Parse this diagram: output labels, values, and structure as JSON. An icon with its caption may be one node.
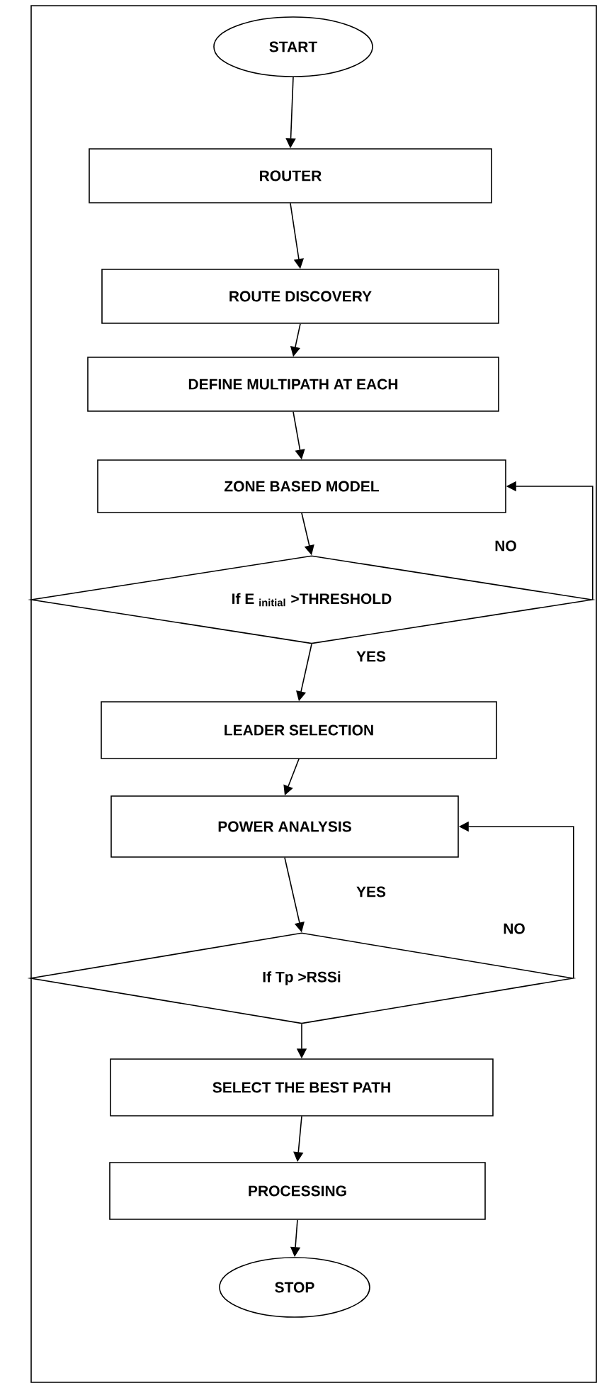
{
  "diagram": {
    "nodes": [
      {
        "text": [
          "START"
        ]
      },
      {
        "text": [
          "ROUTER"
        ]
      },
      {
        "text": [
          "ROUTE DISCOVERY"
        ]
      },
      {
        "text": [
          "DEFINE MULTIPATH AT EACH"
        ]
      },
      {
        "text": [
          "ZONE BASED MODEL"
        ]
      },
      {
        "text": [
          "If E $_{initial}$ >THRESHOLD"
        ]
      },
      {
        "text": [
          "LEADER SELECTION"
        ]
      },
      {
        "text": [
          "POWER ANALYSIS"
        ]
      },
      {
        "text": [
          "If Tp >RSSi"
        ]
      },
      {
        "text": [
          "SELECT THE BEST PATH"
        ]
      },
      {
        "text": [
          "PROCESSING"
        ]
      },
      {
        "text": [
          "STOP"
        ]
      }
    ],
    "edges": [
      {
        "from": 0,
        "to": 1,
        "arrow": "to"
      },
      {
        "from": 1,
        "to": 2,
        "arrow": "to"
      },
      {
        "from": 2,
        "to": 3,
        "arrow": "to"
      },
      {
        "from": 3,
        "to": 4,
        "arrow": "to"
      },
      {
        "from": 4,
        "to": 5,
        "arrow": "to"
      },
      {
        "from": 5,
        "to": 6,
        "arrow": "to",
        "label": "YES"
      },
      {
        "from": 5,
        "to": 4,
        "arrow": "to",
        "label": "NO"
      },
      {
        "from": 6,
        "to": 7,
        "arrow": "to"
      },
      {
        "from": 7,
        "to": 8,
        "arrow": "to",
        "label": "YES"
      },
      {
        "from": 8,
        "to": 7,
        "arrow": "to",
        "label": "NO"
      },
      {
        "from": 8,
        "to": 9,
        "arrow": "to"
      },
      {
        "from": 9,
        "to": 10,
        "arrow": "to"
      },
      {
        "from": 10,
        "to": 11,
        "arrow": "to"
      }
    ]
  }
}
